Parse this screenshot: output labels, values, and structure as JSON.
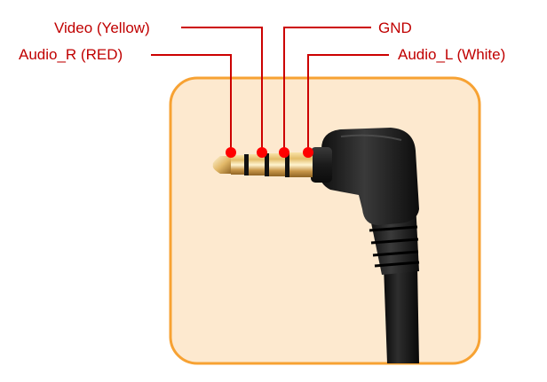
{
  "labels": {
    "video": "Video (Yellow)",
    "audio_r": "Audio_R (RED)",
    "gnd": "GND",
    "audio_l": "Audio_L (White)"
  },
  "colors": {
    "label_text": "#c00000",
    "leader_line": "#cc0000",
    "marker_dot": "#ff0000",
    "panel_fill": "#fde9cf",
    "panel_border": "#f7a233",
    "plug_body": "#1c1c1c",
    "contact_gold": "#d4a85a",
    "insulator_ring": "#111111"
  },
  "icons": {
    "connector": "av-4-pole-right-angle-jack-icon"
  }
}
